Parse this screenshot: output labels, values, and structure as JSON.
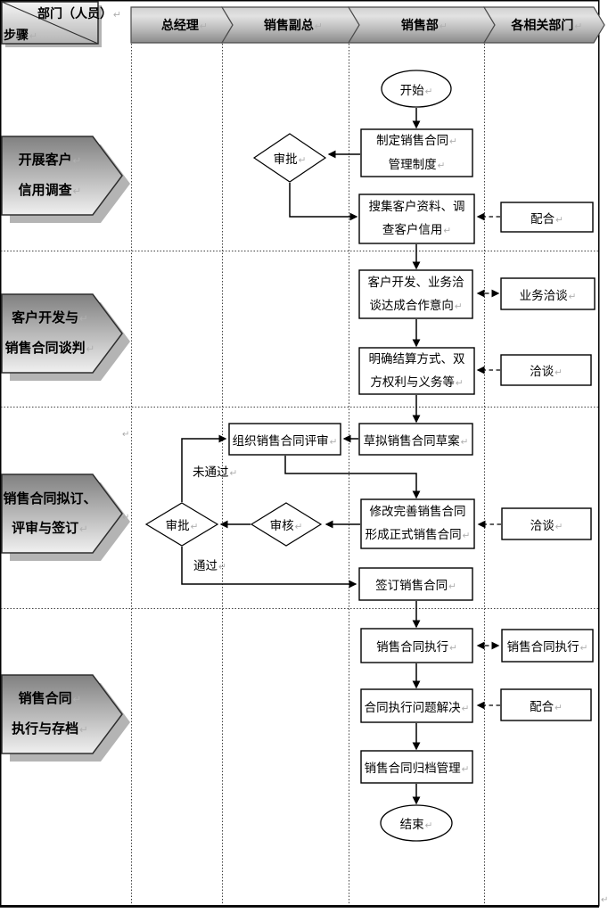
{
  "page": {
    "background": "#ffffff",
    "border_color": "#000000"
  },
  "corner": {
    "top_right": "部门（人员）↵",
    "bottom_left": "步骤↵"
  },
  "lanes": [
    {
      "label": "总经理↵"
    },
    {
      "label": "销售副总↵"
    },
    {
      "label": "销售部↵"
    },
    {
      "label": "各相关部门↵"
    }
  ],
  "steps": [
    {
      "lines": [
        "开展客户↵",
        "信用调查↵"
      ]
    },
    {
      "lines": [
        "客户开发与↵",
        "销售合同谈判↵"
      ]
    },
    {
      "lines": [
        "销售合同拟订、",
        "评审与签订↵"
      ]
    },
    {
      "lines": [
        "销售合同↵",
        "执行与存档↵"
      ]
    }
  ],
  "nodes": [
    {
      "id": "start",
      "shape": "ellipse",
      "lines": [
        "开始↵"
      ]
    },
    {
      "id": "make-system",
      "shape": "rect",
      "lines": [
        "制定销售合同↵",
        "管理制度↵"
      ]
    },
    {
      "id": "approve-credit",
      "shape": "diamond",
      "lines": [
        "审批↵"
      ]
    },
    {
      "id": "collect-info",
      "shape": "rect",
      "lines": [
        "搜集客户资料、调",
        "查客户信用↵"
      ]
    },
    {
      "id": "cooperate-1",
      "shape": "rect",
      "lines": [
        "配合↵"
      ]
    },
    {
      "id": "develop-customer",
      "shape": "rect",
      "lines": [
        "客户开发、业务洽",
        "谈达成合作意向↵"
      ]
    },
    {
      "id": "biz-negotiate",
      "shape": "rect",
      "lines": [
        "业务洽谈↵"
      ]
    },
    {
      "id": "clarify-terms",
      "shape": "rect",
      "lines": [
        "明确结算方式、双",
        "方权利与义务等↵"
      ]
    },
    {
      "id": "negotiate-1",
      "shape": "rect",
      "lines": [
        "洽谈↵"
      ]
    },
    {
      "id": "draft-contract",
      "shape": "rect",
      "lines": [
        "草拟销售合同草案↵"
      ]
    },
    {
      "id": "organize-review",
      "shape": "rect",
      "lines": [
        "组织销售合同评审↵"
      ]
    },
    {
      "id": "approve-contract",
      "shape": "diamond",
      "lines": [
        "审批↵"
      ]
    },
    {
      "id": "check-contract",
      "shape": "diamond",
      "lines": [
        "审核↵"
      ]
    },
    {
      "id": "revise-contract",
      "shape": "rect",
      "lines": [
        "修改完善销售合同",
        "形成正式销售合同↵"
      ]
    },
    {
      "id": "negotiate-2",
      "shape": "rect",
      "lines": [
        "洽谈↵"
      ]
    },
    {
      "id": "sign-contract",
      "shape": "rect",
      "lines": [
        "签订销售合同↵"
      ]
    },
    {
      "id": "execute-contract",
      "shape": "rect",
      "lines": [
        "销售合同执行↵"
      ]
    },
    {
      "id": "execute-contract-dept",
      "shape": "rect",
      "lines": [
        "销售合同执行↵"
      ]
    },
    {
      "id": "solve-issues",
      "shape": "rect",
      "lines": [
        "合同执行问题解决↵"
      ]
    },
    {
      "id": "cooperate-2",
      "shape": "rect",
      "lines": [
        "配合↵"
      ]
    },
    {
      "id": "archive-contract",
      "shape": "rect",
      "lines": [
        "销售合同归档管理↵"
      ]
    },
    {
      "id": "end",
      "shape": "ellipse",
      "lines": [
        "结束↵"
      ]
    }
  ],
  "edge_labels": [
    {
      "id": "not-passed",
      "text": "未通过↵"
    },
    {
      "id": "passed",
      "text": "通过↵"
    }
  ],
  "stray_marks": [
    "↵",
    "↵",
    "↵"
  ],
  "colors": {
    "band_top": "#cfcfcf",
    "band_bottom": "#8a8a8a",
    "step_top": "#808080",
    "step_bottom": "#f0f0f0",
    "corner_top": "#f5f5f5",
    "corner_bottom": "#b3b3b3",
    "shadow": "#b4b4b4",
    "line": "#000000",
    "mark": "#b0b0b0"
  }
}
